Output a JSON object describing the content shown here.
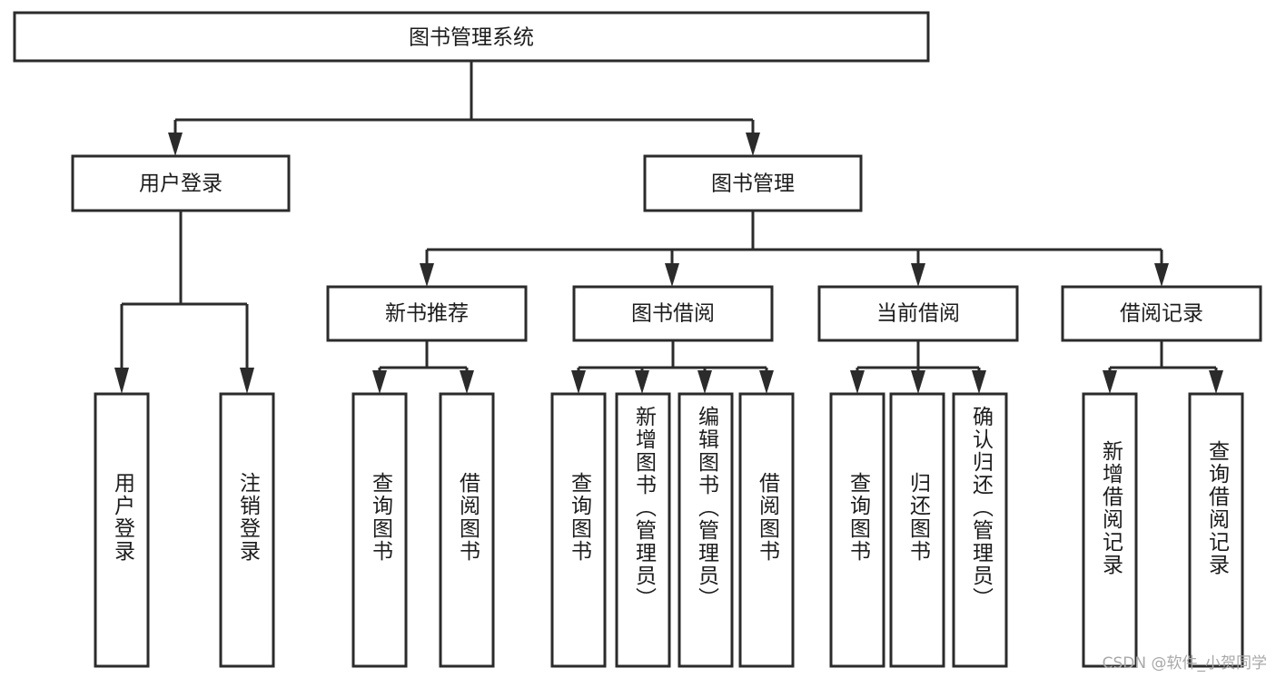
{
  "diagram": {
    "title": "图书管理系统",
    "watermark": "CSDN @软件_小贺同学",
    "colors": {
      "stroke": "#2b2b2b",
      "box_fill": "#ffffff",
      "text": "#1c1c1c",
      "background": "#ffffff",
      "watermark": "#a8a8a8"
    },
    "root": {
      "label": "图书管理系统"
    },
    "level2": [
      {
        "label": "用户登录"
      },
      {
        "label": "图书管理"
      }
    ],
    "level3": [
      {
        "label": "新书推荐"
      },
      {
        "label": "图书借阅"
      },
      {
        "label": "当前借阅"
      },
      {
        "label": "借阅记录"
      }
    ],
    "leaves": {
      "user_login": [
        {
          "label": "用户登录"
        },
        {
          "label": "注销登录"
        }
      ],
      "new_book_recommend": [
        {
          "label": "查询图书"
        },
        {
          "label": "借阅图书"
        }
      ],
      "book_borrow": [
        {
          "label": "查询图书"
        },
        {
          "label": "新增图书（管理员）"
        },
        {
          "label": "编辑图书（管理员）"
        },
        {
          "label": "借阅图书"
        }
      ],
      "current_borrow": [
        {
          "label": "查询图书"
        },
        {
          "label": "归还图书"
        },
        {
          "label": "确认归还（管理员）"
        }
      ],
      "borrow_record": [
        {
          "label": "新增借阅记录"
        },
        {
          "label": "查询借阅记录"
        }
      ]
    }
  }
}
